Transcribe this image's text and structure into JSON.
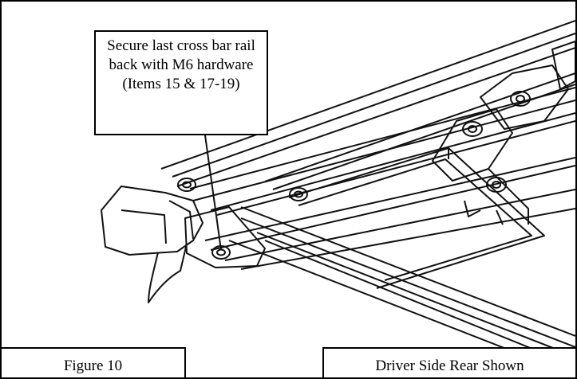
{
  "callout": {
    "line1": "Secure last cross bar rail",
    "line2": "back with M6 hardware",
    "line3": "(Items 15 & 17-19)"
  },
  "captions": {
    "figure": "Figure 10",
    "view": "Driver Side Rear Shown"
  }
}
